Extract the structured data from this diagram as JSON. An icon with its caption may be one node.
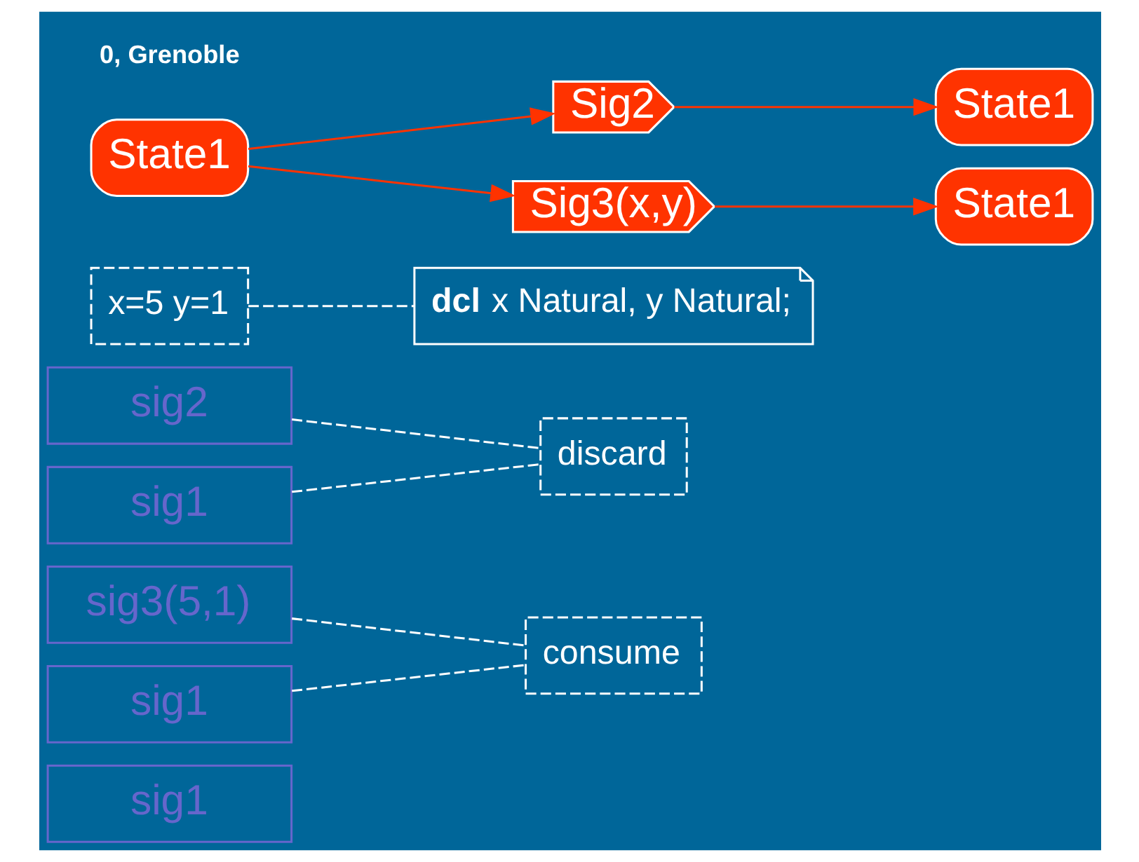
{
  "diagram": {
    "nodes": [
      {
        "text": [
          "sig1"
        ]
      },
      {
        "text": [
          "sig3(5,1)"
        ]
      },
      {
        "text": [
          "sig1"
        ]
      },
      {
        "text": [
          "sig2"
        ]
      },
      {
        "text": [
          "sig1"
        ]
      },
      {
        "text": [
          "x=5 y=1"
        ]
      },
      {
        "text": [
          "**dcl** x Natural, y Natural;"
        ]
      },
      {
        "text": [
          "State1"
        ]
      },
      {
        "text": [
          "Sig2"
        ]
      },
      {
        "text": [
          "Sig3(x,y)"
        ]
      },
      {
        "text": [
          "State1"
        ]
      },
      {
        "text": [
          "State1"
        ]
      },
      {
        "text": [
          "discard"
        ]
      },
      {
        "text": [
          "consume"
        ]
      }
    ],
    "edges": [
      {
        "from": 7,
        "to": 8,
        "arrow": "to",
        "color": "#ff3300"
      },
      {
        "from": 7,
        "to": 9,
        "arrow": "to",
        "color": "#ff3300"
      },
      {
        "from": 8,
        "to": 10,
        "arrow": "to",
        "color": "#ff3300"
      },
      {
        "from": 9,
        "to": 11,
        "arrow": "to",
        "color": "#ff3300"
      },
      {
        "from": 5,
        "to": 6,
        "arrow": "none",
        "style": "dashed"
      },
      {
        "from": 4,
        "to": 12,
        "arrow": "none",
        "style": "dashed"
      },
      {
        "from": 3,
        "to": 12,
        "arrow": "none",
        "style": "dashed"
      },
      {
        "from": 2,
        "to": 13,
        "arrow": "none",
        "style": "dashed"
      },
      {
        "from": 1,
        "to": 13,
        "arrow": "none",
        "style": "dashed"
      }
    ],
    "labels": [
      "0, Grenoble"
    ]
  }
}
